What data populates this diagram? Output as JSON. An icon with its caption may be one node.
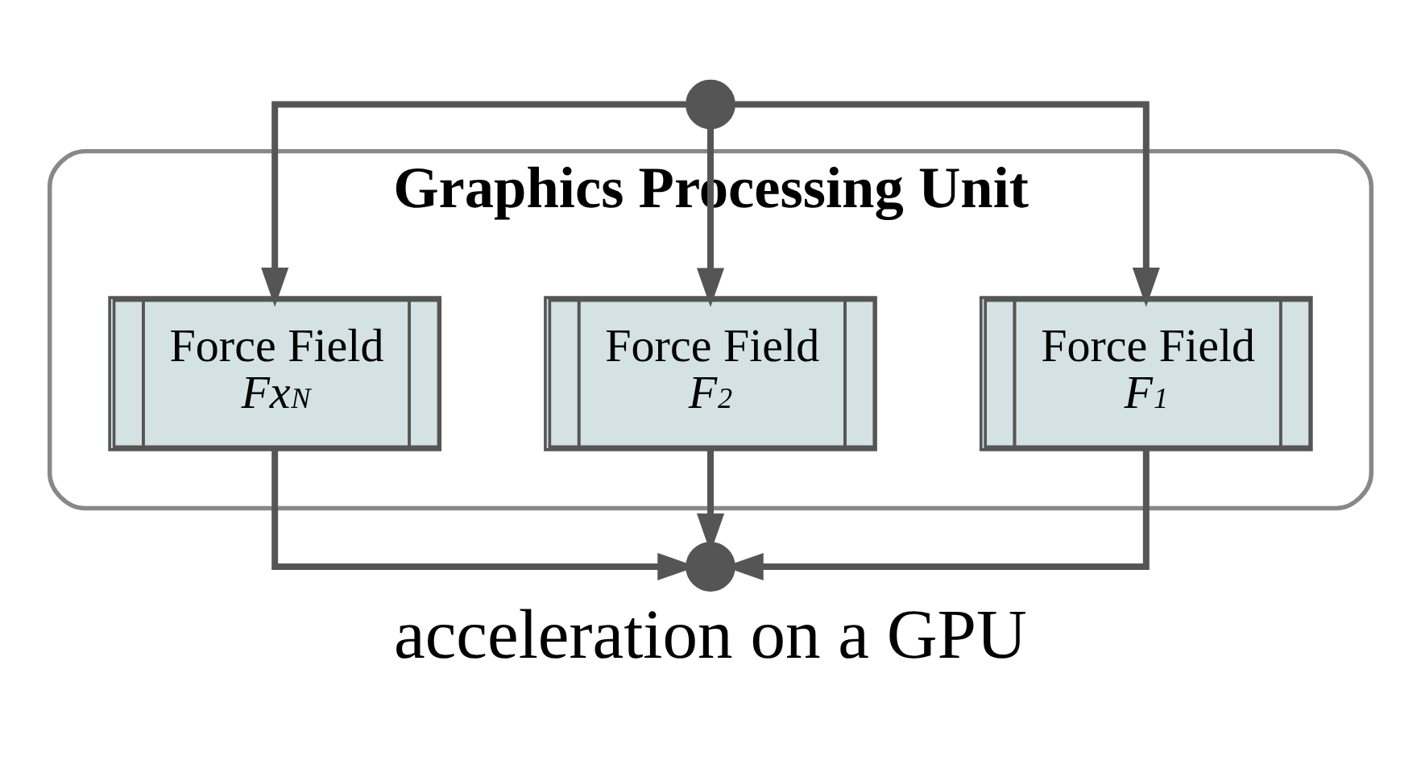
{
  "diagram": {
    "caption": "acceleration on a GPU",
    "nodes": [
      {
        "text": [
          "Graphics Processing Unit"
        ]
      },
      {
        "text": [],
        "shape": "circle"
      },
      {
        "text": [
          "Force Field",
          "F$_{1}$"
        ],
        "in": 0
      },
      {
        "text": [
          "Force Field",
          "F$_{2}$"
        ],
        "in": 0
      },
      {
        "text": [
          "Force Field",
          "Fx$_{N}$"
        ],
        "in": 0
      },
      {
        "text": [],
        "shape": "circle"
      }
    ],
    "edges": [
      {
        "from": 1,
        "to": 2,
        "arrow": "to"
      },
      {
        "from": 1,
        "to": 3,
        "arrow": "to"
      },
      {
        "from": 1,
        "to": 4,
        "arrow": "to"
      },
      {
        "from": 2,
        "to": 5,
        "arrow": "to"
      },
      {
        "from": 3,
        "to": 5,
        "arrow": "to"
      },
      {
        "from": 4,
        "to": 5,
        "arrow": "to"
      }
    ]
  }
}
